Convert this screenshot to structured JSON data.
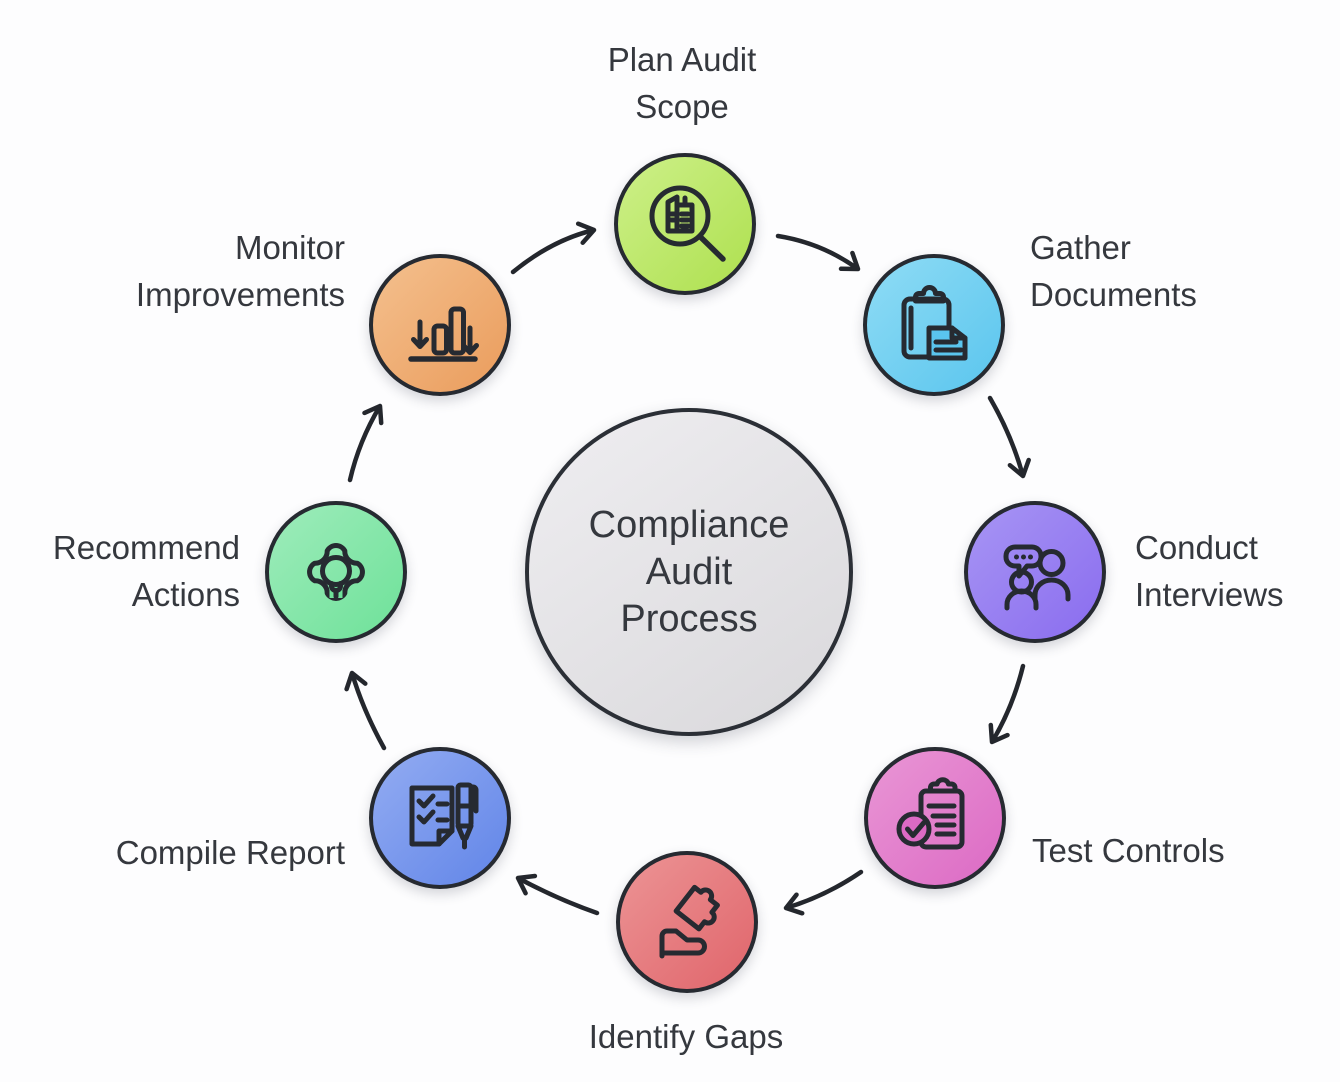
{
  "title": {
    "text": "Compliance Audit Process",
    "lines": [
      "Compliance",
      "Audit",
      "Process"
    ]
  },
  "steps": [
    {
      "id": "plan-audit-scope",
      "label": "Plan Audit Scope",
      "label_lines": [
        "Plan Audit",
        "Scope"
      ],
      "color": "#aee04f",
      "color_light": "#cdf089",
      "icon": "magnifier-report-icon"
    },
    {
      "id": "gather-documents",
      "label": "Gather Documents",
      "label_lines": [
        "Gather",
        "Documents"
      ],
      "color": "#5ac5ee",
      "color_light": "#8fdcf5",
      "icon": "clipboard-file-icon"
    },
    {
      "id": "conduct-interviews",
      "label": "Conduct Interviews",
      "label_lines": [
        "Conduct",
        "Interviews"
      ],
      "color": "#8a6cef",
      "color_light": "#a795f4",
      "icon": "chat-people-icon"
    },
    {
      "id": "test-controls",
      "label": "Test Controls",
      "label_lines": [
        "Test Controls"
      ],
      "color": "#dc6ac4",
      "color_light": "#e996d5",
      "icon": "checklist-verified-icon"
    },
    {
      "id": "identify-gaps",
      "label": "Identify Gaps",
      "label_lines": [
        "Identify Gaps"
      ],
      "color": "#e0656b",
      "color_light": "#ec9495",
      "icon": "hand-puzzle-icon"
    },
    {
      "id": "compile-report",
      "label": "Compile Report",
      "label_lines": [
        "Compile Report"
      ],
      "color": "#6185e8",
      "color_light": "#93acf2",
      "icon": "document-pen-icon"
    },
    {
      "id": "recommend-actions",
      "label": "Recommend Actions",
      "label_lines": [
        "Recommend",
        "Actions"
      ],
      "color": "#6ee199",
      "color_light": "#9eecbb",
      "icon": "gear-bulb-icon"
    },
    {
      "id": "monitor-improvements",
      "label": "Monitor Improvements",
      "label_lines": [
        "Monitor",
        "Improvements"
      ],
      "color": "#ea9c5c",
      "color_light": "#f4c08e",
      "icon": "bar-chart-arrows-icon"
    }
  ],
  "center": {
    "color": "#d9d8db",
    "color_light": "#efeef1"
  },
  "arrows": [
    {
      "from": "monitor-improvements",
      "to": "plan-audit-scope"
    },
    {
      "from": "plan-audit-scope",
      "to": "gather-documents"
    },
    {
      "from": "gather-documents",
      "to": "conduct-interviews"
    },
    {
      "from": "conduct-interviews",
      "to": "test-controls"
    },
    {
      "from": "test-controls",
      "to": "identify-gaps"
    },
    {
      "from": "identify-gaps",
      "to": "compile-report"
    },
    {
      "from": "compile-report",
      "to": "recommend-actions"
    },
    {
      "from": "recommend-actions",
      "to": "monitor-improvements"
    }
  ],
  "colors": {
    "background": "#fdfdfe",
    "outline": "#262a31",
    "arrow": "#24272d",
    "text": "#35383e"
  }
}
